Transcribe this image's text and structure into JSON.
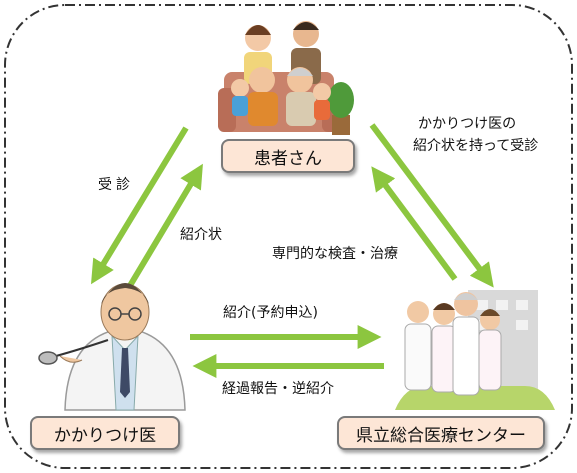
{
  "nodes": {
    "patients": "患者さん",
    "gp": "かかりつけ医",
    "center": "県立総合医療センター"
  },
  "edges": {
    "jushin": "受診",
    "shokaijo": "紹介状",
    "specialized": "専門的な検査・治療",
    "with_letter_line1": "かかりつけ医の",
    "with_letter_line2": "紹介状を持って受診",
    "referral": "紹介(予約申込)",
    "report_back": "経過報告・逆紹介"
  },
  "colors": {
    "arrow": "#8cc63f",
    "box_fill": "#fde6d6",
    "box_border": "#7a7a7a",
    "frame": "#333333"
  },
  "icons": {
    "patients": "family-illustration",
    "gp": "doctor-with-stethoscope-illustration",
    "center": "medical-team-hospital-illustration"
  }
}
